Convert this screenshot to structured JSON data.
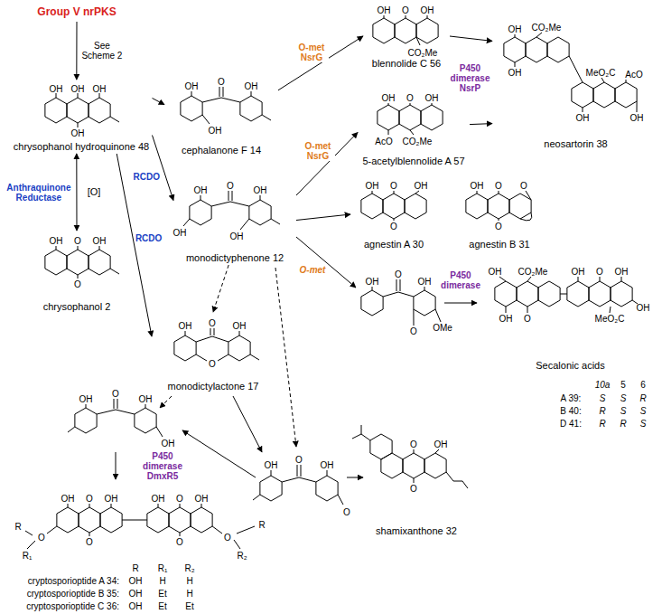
{
  "diagram": {
    "nodes": [
      {
        "text": [
          "Group V nrPKS"
        ]
      },
      {
        "text": [
          "chrysophanol hydroquinone 48"
        ]
      },
      {
        "text": [
          "chrysophanol 2"
        ]
      },
      {
        "text": [
          "cephalanone F 14"
        ]
      },
      {
        "text": [
          "monodictyphenone 12"
        ]
      },
      {
        "text": [
          "monodictylactone 17"
        ]
      },
      {
        "text": [
          "blennolide C 56"
        ]
      },
      {
        "text": [
          "5-acetylblennolide A 57"
        ]
      },
      {
        "text": [
          "neosartorin 38"
        ]
      },
      {
        "text": [
          "agnestin A 30"
        ]
      },
      {
        "text": [
          "agnestin B 31"
        ]
      },
      {
        "text": [
          "Secalonic acids"
        ]
      },
      {
        "text": [
          "shamixanthone 32"
        ]
      }
    ],
    "edges": [
      {
        "from": 0,
        "to": 1,
        "arrow": "to",
        "label": "See Scheme 2"
      },
      {
        "from": 1,
        "to": 3,
        "arrow": "to"
      },
      {
        "from": 1,
        "to": 4,
        "arrow": "to",
        "label": "RCDO"
      },
      {
        "from": 1,
        "to": 5,
        "arrow": "to",
        "label": "RCDO"
      },
      {
        "from": 2,
        "to": 1,
        "arrow": "both",
        "label": "Anthraquinone Reductase"
      },
      {
        "from": 3,
        "to": 6,
        "arrow": "to",
        "label": "O-met NsrG"
      },
      {
        "from": 4,
        "to": 7,
        "arrow": "to",
        "label": "O-met NsrG"
      },
      {
        "from": 6,
        "to": 8,
        "arrow": "to",
        "label": "P450 dimerase NsrP"
      },
      {
        "from": 7,
        "to": 8,
        "arrow": "to"
      },
      {
        "from": 4,
        "to": 9,
        "arrow": "to"
      },
      {
        "from": 4,
        "to": 5,
        "arrow": "to"
      }
    ],
    "labels": [
      "OH",
      "OH",
      "OH",
      "OH",
      "OH",
      "O",
      "OH",
      "O",
      "[O]",
      "OH",
      "O",
      "OH",
      "OH",
      "OH",
      "O",
      "OH",
      "OH",
      "OH",
      "OH",
      "O",
      "OH",
      "O",
      "OH",
      "O",
      "OH",
      "CO₂Me",
      "OH",
      "O",
      "OH",
      "AcO",
      "CO₂Me",
      "OH",
      "CO₂Me",
      "OH",
      "MeO₂C",
      "AcO",
      "OH",
      "OH",
      "OH",
      "O",
      "OH",
      "O",
      "OH",
      "O",
      "O",
      "O",
      "O-met",
      "OH",
      "O",
      "OH",
      "O",
      "OMe",
      "P450 dimerase",
      "OH",
      "CO₂Me",
      "OH",
      "O",
      "OH",
      "O",
      "OH",
      "MeO₂C",
      "OH",
      "10a",
      "5",
      "6",
      "A 39:",
      "S",
      "S",
      "R",
      "B 40:",
      "R",
      "S",
      "S",
      "D 41:",
      "R",
      "R",
      "S",
      "OH",
      "O",
      "OH",
      "OH",
      "P450 dimerase DmxR5",
      "OH",
      "O",
      "OH",
      "O",
      "O",
      "OH",
      "O",
      "OH",
      "O",
      "OH",
      "OH",
      "O",
      "OH",
      "O",
      "O",
      "O",
      "R",
      "R₁",
      "O",
      "R₂",
      "R",
      "R",
      "R₁",
      "R₂",
      "cryptosporioptide A 34:",
      "OH",
      "H",
      "H",
      "cryptosporioptide B 35:",
      "OH",
      "Et",
      "H",
      "cryptosporioptide C 36:",
      "OH",
      "Et",
      "Et"
    ]
  }
}
